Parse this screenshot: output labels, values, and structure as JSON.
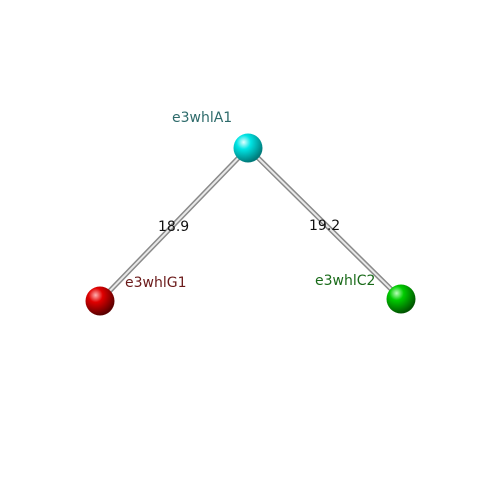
{
  "nodes": [
    {
      "id": "A1",
      "label": "e3whlA1",
      "color": "#00e5e5",
      "label_color": "#2e6b6b"
    },
    {
      "id": "G1",
      "label": "e3whlG1",
      "color": "#e00000",
      "label_color": "#6b1a1a"
    },
    {
      "id": "C2",
      "label": "e3whlC2",
      "color": "#00cc00",
      "label_color": "#1a6b1a"
    }
  ],
  "edges": [
    {
      "from": "A1",
      "to": "G1",
      "label": "18.9"
    },
    {
      "from": "A1",
      "to": "C2",
      "label": "19.2"
    }
  ]
}
